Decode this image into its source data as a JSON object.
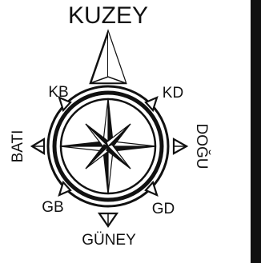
{
  "labels": {
    "north": "KUZEY",
    "northwest": "KB",
    "northeast": "KD",
    "west": "BATI",
    "east": "DOĞU",
    "southwest": "GB",
    "southeast": "GD",
    "south": "GÜNEY"
  },
  "colors": {
    "ink": "#111111",
    "background": "#ffffff"
  }
}
